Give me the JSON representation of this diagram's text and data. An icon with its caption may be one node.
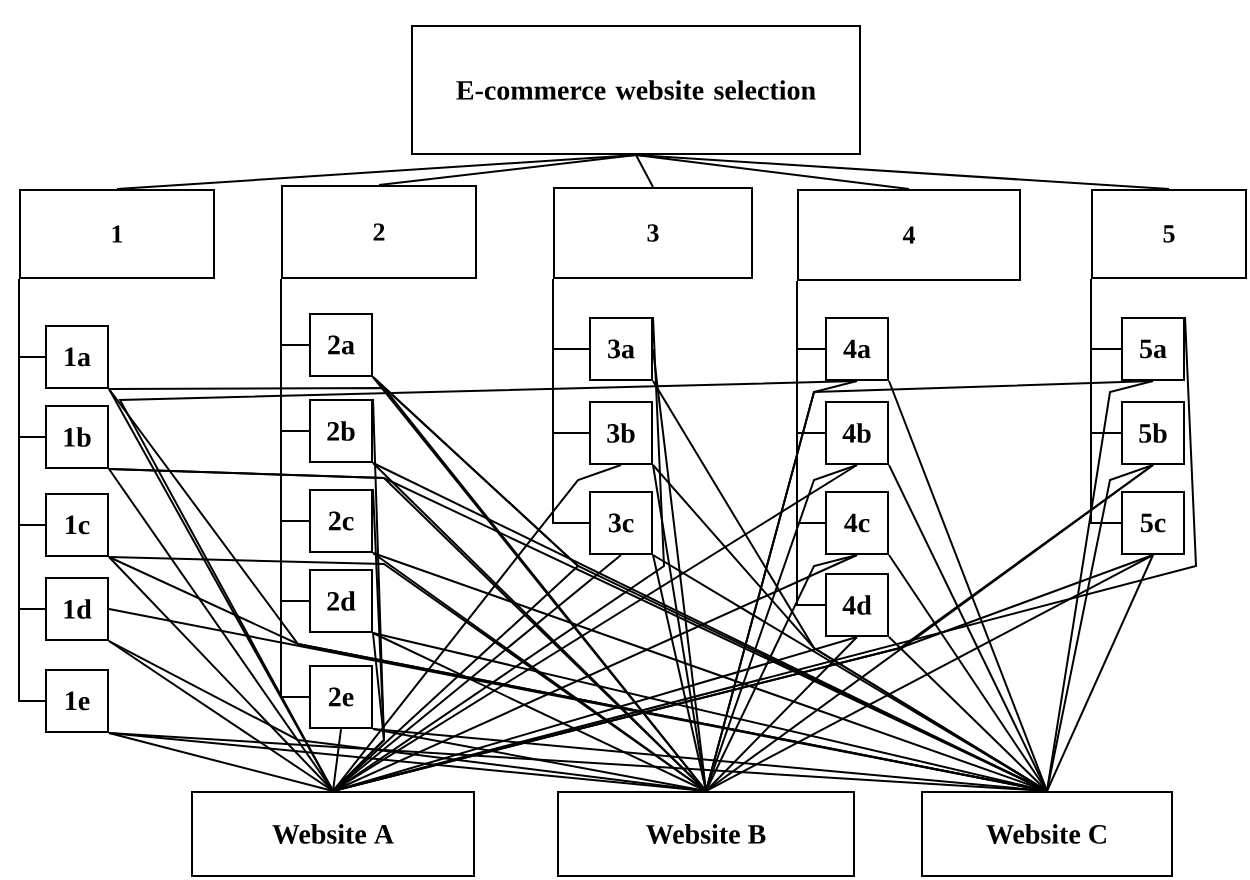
{
  "diagram": {
    "nodes": [
      {
        "text": [
          "E-commerce website selection"
        ]
      },
      {
        "text": [
          "1"
        ]
      },
      {
        "text": [
          "2"
        ]
      },
      {
        "text": [
          "3"
        ]
      },
      {
        "text": [
          "4"
        ]
      },
      {
        "text": [
          "5"
        ]
      },
      {
        "text": [
          "1a"
        ]
      },
      {
        "text": [
          "1b"
        ]
      },
      {
        "text": [
          "1c"
        ]
      },
      {
        "text": [
          "1d"
        ]
      },
      {
        "text": [
          "1e"
        ]
      },
      {
        "text": [
          "2a"
        ]
      },
      {
        "text": [
          "2b"
        ]
      },
      {
        "text": [
          "2c"
        ]
      },
      {
        "text": [
          "2d"
        ]
      },
      {
        "text": [
          "2e"
        ]
      },
      {
        "text": [
          "3a"
        ]
      },
      {
        "text": [
          "3b"
        ]
      },
      {
        "text": [
          "3c"
        ]
      },
      {
        "text": [
          "4a"
        ]
      },
      {
        "text": [
          "4b"
        ]
      },
      {
        "text": [
          "4c"
        ]
      },
      {
        "text": [
          "4d"
        ]
      },
      {
        "text": [
          "5a"
        ]
      },
      {
        "text": [
          "5b"
        ]
      },
      {
        "text": [
          "5c"
        ]
      },
      {
        "text": [
          "Website A"
        ]
      },
      {
        "text": [
          "Website B"
        ]
      },
      {
        "text": [
          "Website C"
        ]
      }
    ],
    "edges": [
      {
        "from": 0,
        "to": 1,
        "arrow": "none"
      },
      {
        "from": 0,
        "to": 2,
        "arrow": "none"
      },
      {
        "from": 0,
        "to": 3,
        "arrow": "none"
      },
      {
        "from": 0,
        "to": 4,
        "arrow": "none"
      },
      {
        "from": 0,
        "to": 5,
        "arrow": "none"
      },
      {
        "from": 1,
        "to": 6,
        "arrow": "none"
      },
      {
        "from": 1,
        "to": 7,
        "arrow": "none"
      },
      {
        "from": 1,
        "to": 8,
        "arrow": "none"
      },
      {
        "from": 1,
        "to": 9,
        "arrow": "none"
      },
      {
        "from": 1,
        "to": 10,
        "arrow": "none"
      },
      {
        "from": 2,
        "to": 11,
        "arrow": "none"
      },
      {
        "from": 2,
        "to": 12,
        "arrow": "none"
      },
      {
        "from": 2,
        "to": 13,
        "arrow": "none"
      },
      {
        "from": 2,
        "to": 14,
        "arrow": "none"
      },
      {
        "from": 2,
        "to": 15,
        "arrow": "none"
      },
      {
        "from": 3,
        "to": 16,
        "arrow": "none"
      },
      {
        "from": 3,
        "to": 17,
        "arrow": "none"
      },
      {
        "from": 3,
        "to": 18,
        "arrow": "none"
      },
      {
        "from": 4,
        "to": 19,
        "arrow": "none"
      },
      {
        "from": 4,
        "to": 20,
        "arrow": "none"
      },
      {
        "from": 4,
        "to": 21,
        "arrow": "none"
      },
      {
        "from": 4,
        "to": 22,
        "arrow": "none"
      },
      {
        "from": 5,
        "to": 23,
        "arrow": "none"
      },
      {
        "from": 5,
        "to": 24,
        "arrow": "none"
      },
      {
        "from": 5,
        "to": 25,
        "arrow": "none"
      },
      {
        "from": 6,
        "to": 26,
        "arrow": "none"
      },
      {
        "from": 6,
        "to": 27,
        "arrow": "none"
      },
      {
        "from": 6,
        "to": 28,
        "arrow": "none"
      },
      {
        "from": 7,
        "to": 26,
        "arrow": "none"
      },
      {
        "from": 7,
        "to": 27,
        "arrow": "none"
      },
      {
        "from": 7,
        "to": 28,
        "arrow": "none"
      },
      {
        "from": 8,
        "to": 26,
        "arrow": "none"
      },
      {
        "from": 8,
        "to": 27,
        "arrow": "none"
      },
      {
        "from": 8,
        "to": 28,
        "arrow": "none"
      },
      {
        "from": 9,
        "to": 26,
        "arrow": "none"
      },
      {
        "from": 9,
        "to": 27,
        "arrow": "none"
      },
      {
        "from": 9,
        "to": 28,
        "arrow": "none"
      },
      {
        "from": 10,
        "to": 26,
        "arrow": "none"
      },
      {
        "from": 10,
        "to": 27,
        "arrow": "none"
      },
      {
        "from": 10,
        "to": 28,
        "arrow": "none"
      },
      {
        "from": 11,
        "to": 26,
        "arrow": "none"
      },
      {
        "from": 11,
        "to": 27,
        "arrow": "none"
      },
      {
        "from": 11,
        "to": 28,
        "arrow": "none"
      },
      {
        "from": 12,
        "to": 26,
        "arrow": "none"
      },
      {
        "from": 12,
        "to": 27,
        "arrow": "none"
      },
      {
        "from": 12,
        "to": 28,
        "arrow": "none"
      },
      {
        "from": 13,
        "to": 26,
        "arrow": "none"
      },
      {
        "from": 13,
        "to": 27,
        "arrow": "none"
      },
      {
        "from": 13,
        "to": 28,
        "arrow": "none"
      },
      {
        "from": 14,
        "to": 26,
        "arrow": "none"
      },
      {
        "from": 14,
        "to": 27,
        "arrow": "none"
      },
      {
        "from": 14,
        "to": 28,
        "arrow": "none"
      },
      {
        "from": 15,
        "to": 26,
        "arrow": "none"
      },
      {
        "from": 15,
        "to": 27,
        "arrow": "none"
      },
      {
        "from": 15,
        "to": 28,
        "arrow": "none"
      },
      {
        "from": 16,
        "to": 26,
        "arrow": "none"
      },
      {
        "from": 16,
        "to": 27,
        "arrow": "none"
      },
      {
        "from": 16,
        "to": 28,
        "arrow": "none"
      },
      {
        "from": 17,
        "to": 26,
        "arrow": "none"
      },
      {
        "from": 17,
        "to": 27,
        "arrow": "none"
      },
      {
        "from": 17,
        "to": 28,
        "arrow": "none"
      },
      {
        "from": 18,
        "to": 26,
        "arrow": "none"
      },
      {
        "from": 18,
        "to": 27,
        "arrow": "none"
      },
      {
        "from": 18,
        "to": 28,
        "arrow": "none"
      },
      {
        "from": 19,
        "to": 26,
        "arrow": "none"
      },
      {
        "from": 19,
        "to": 27,
        "arrow": "none"
      },
      {
        "from": 19,
        "to": 28,
        "arrow": "none"
      },
      {
        "from": 20,
        "to": 26,
        "arrow": "none"
      },
      {
        "from": 20,
        "to": 27,
        "arrow": "none"
      },
      {
        "from": 20,
        "to": 28,
        "arrow": "none"
      },
      {
        "from": 21,
        "to": 26,
        "arrow": "none"
      },
      {
        "from": 21,
        "to": 27,
        "arrow": "none"
      },
      {
        "from": 21,
        "to": 28,
        "arrow": "none"
      },
      {
        "from": 22,
        "to": 26,
        "arrow": "none"
      },
      {
        "from": 22,
        "to": 27,
        "arrow": "none"
      },
      {
        "from": 22,
        "to": 28,
        "arrow": "none"
      },
      {
        "from": 23,
        "to": 26,
        "arrow": "none"
      },
      {
        "from": 23,
        "to": 27,
        "arrow": "none"
      },
      {
        "from": 23,
        "to": 28,
        "arrow": "none"
      },
      {
        "from": 24,
        "to": 26,
        "arrow": "none"
      },
      {
        "from": 24,
        "to": 27,
        "arrow": "none"
      },
      {
        "from": 24,
        "to": 28,
        "arrow": "none"
      },
      {
        "from": 25,
        "to": 26,
        "arrow": "none"
      },
      {
        "from": 25,
        "to": 27,
        "arrow": "none"
      },
      {
        "from": 25,
        "to": 28,
        "arrow": "none"
      }
    ]
  }
}
